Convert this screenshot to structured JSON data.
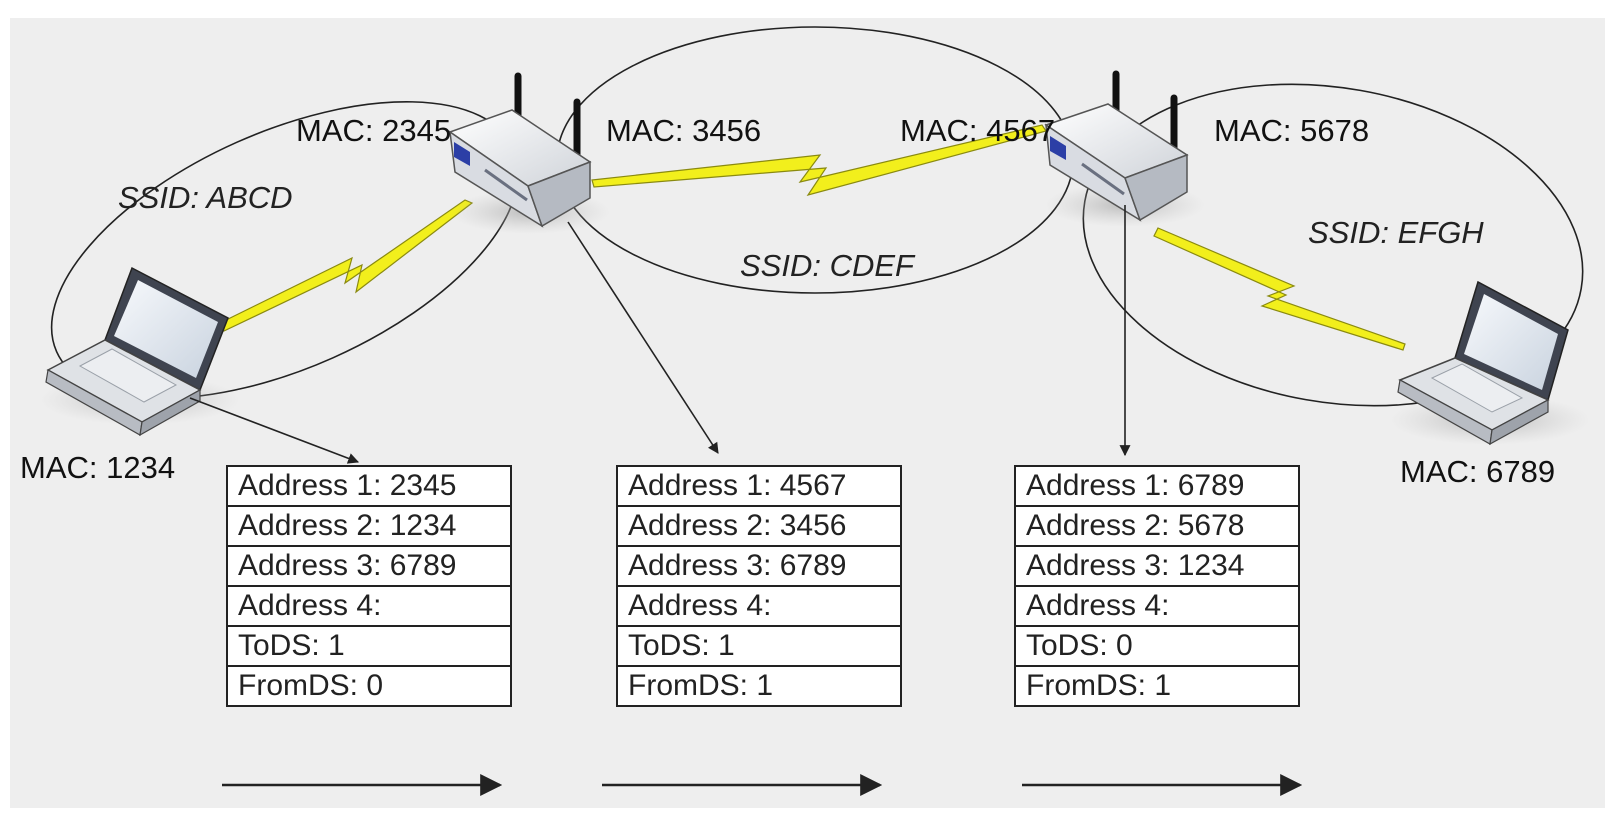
{
  "nodes": {
    "laptop_left": {
      "mac": "MAC: 1234"
    },
    "ap1": {
      "mac_bss": "MAC: 2345",
      "mac_wds": "MAC: 3456"
    },
    "ap2": {
      "mac_wds": "MAC: 4567",
      "mac_bss": "MAC: 5678"
    },
    "laptop_right": {
      "mac": "MAC: 6789"
    }
  },
  "ssids": {
    "left": "SSID: ABCD",
    "middle": "SSID: CDEF",
    "right": "SSID: EFGH"
  },
  "frames": [
    {
      "rows": [
        "Address 1: 2345",
        "Address 2: 1234",
        "Address 3: 6789",
        "Address 4:",
        "ToDS: 1",
        "FromDS: 0"
      ]
    },
    {
      "rows": [
        "Address 1: 4567",
        "Address 2: 3456",
        "Address 3: 6789",
        "Address 4:",
        "ToDS: 1",
        "FromDS: 1"
      ]
    },
    {
      "rows": [
        "Address 1: 6789",
        "Address 2: 5678",
        "Address 3: 1234",
        "Address 4:",
        "ToDS: 0",
        "FromDS: 1"
      ]
    }
  ],
  "colors": {
    "background": "#eeeeee",
    "link_bolt": "#f2ef1c",
    "bolt_outline": "#8a8a10",
    "line": "#222222"
  }
}
